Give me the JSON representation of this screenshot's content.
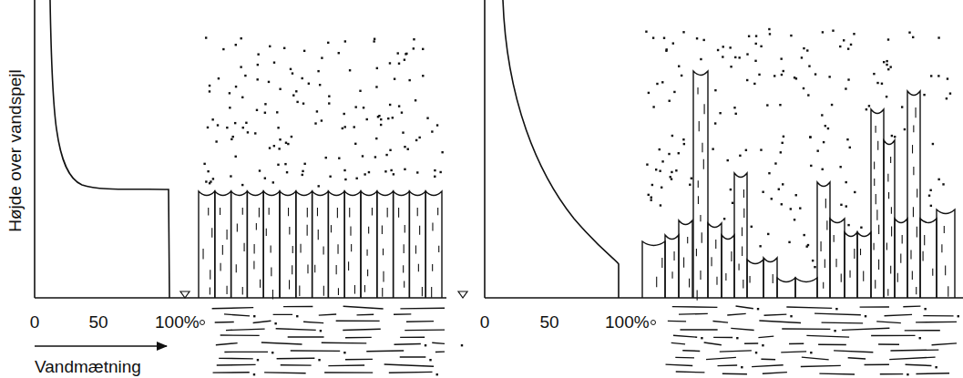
{
  "diagram": {
    "labels": [
      "Højde over vandspejl",
      "0",
      "50",
      "100%",
      "0",
      "50",
      "100%",
      "Vandmætning"
    ]
  }
}
